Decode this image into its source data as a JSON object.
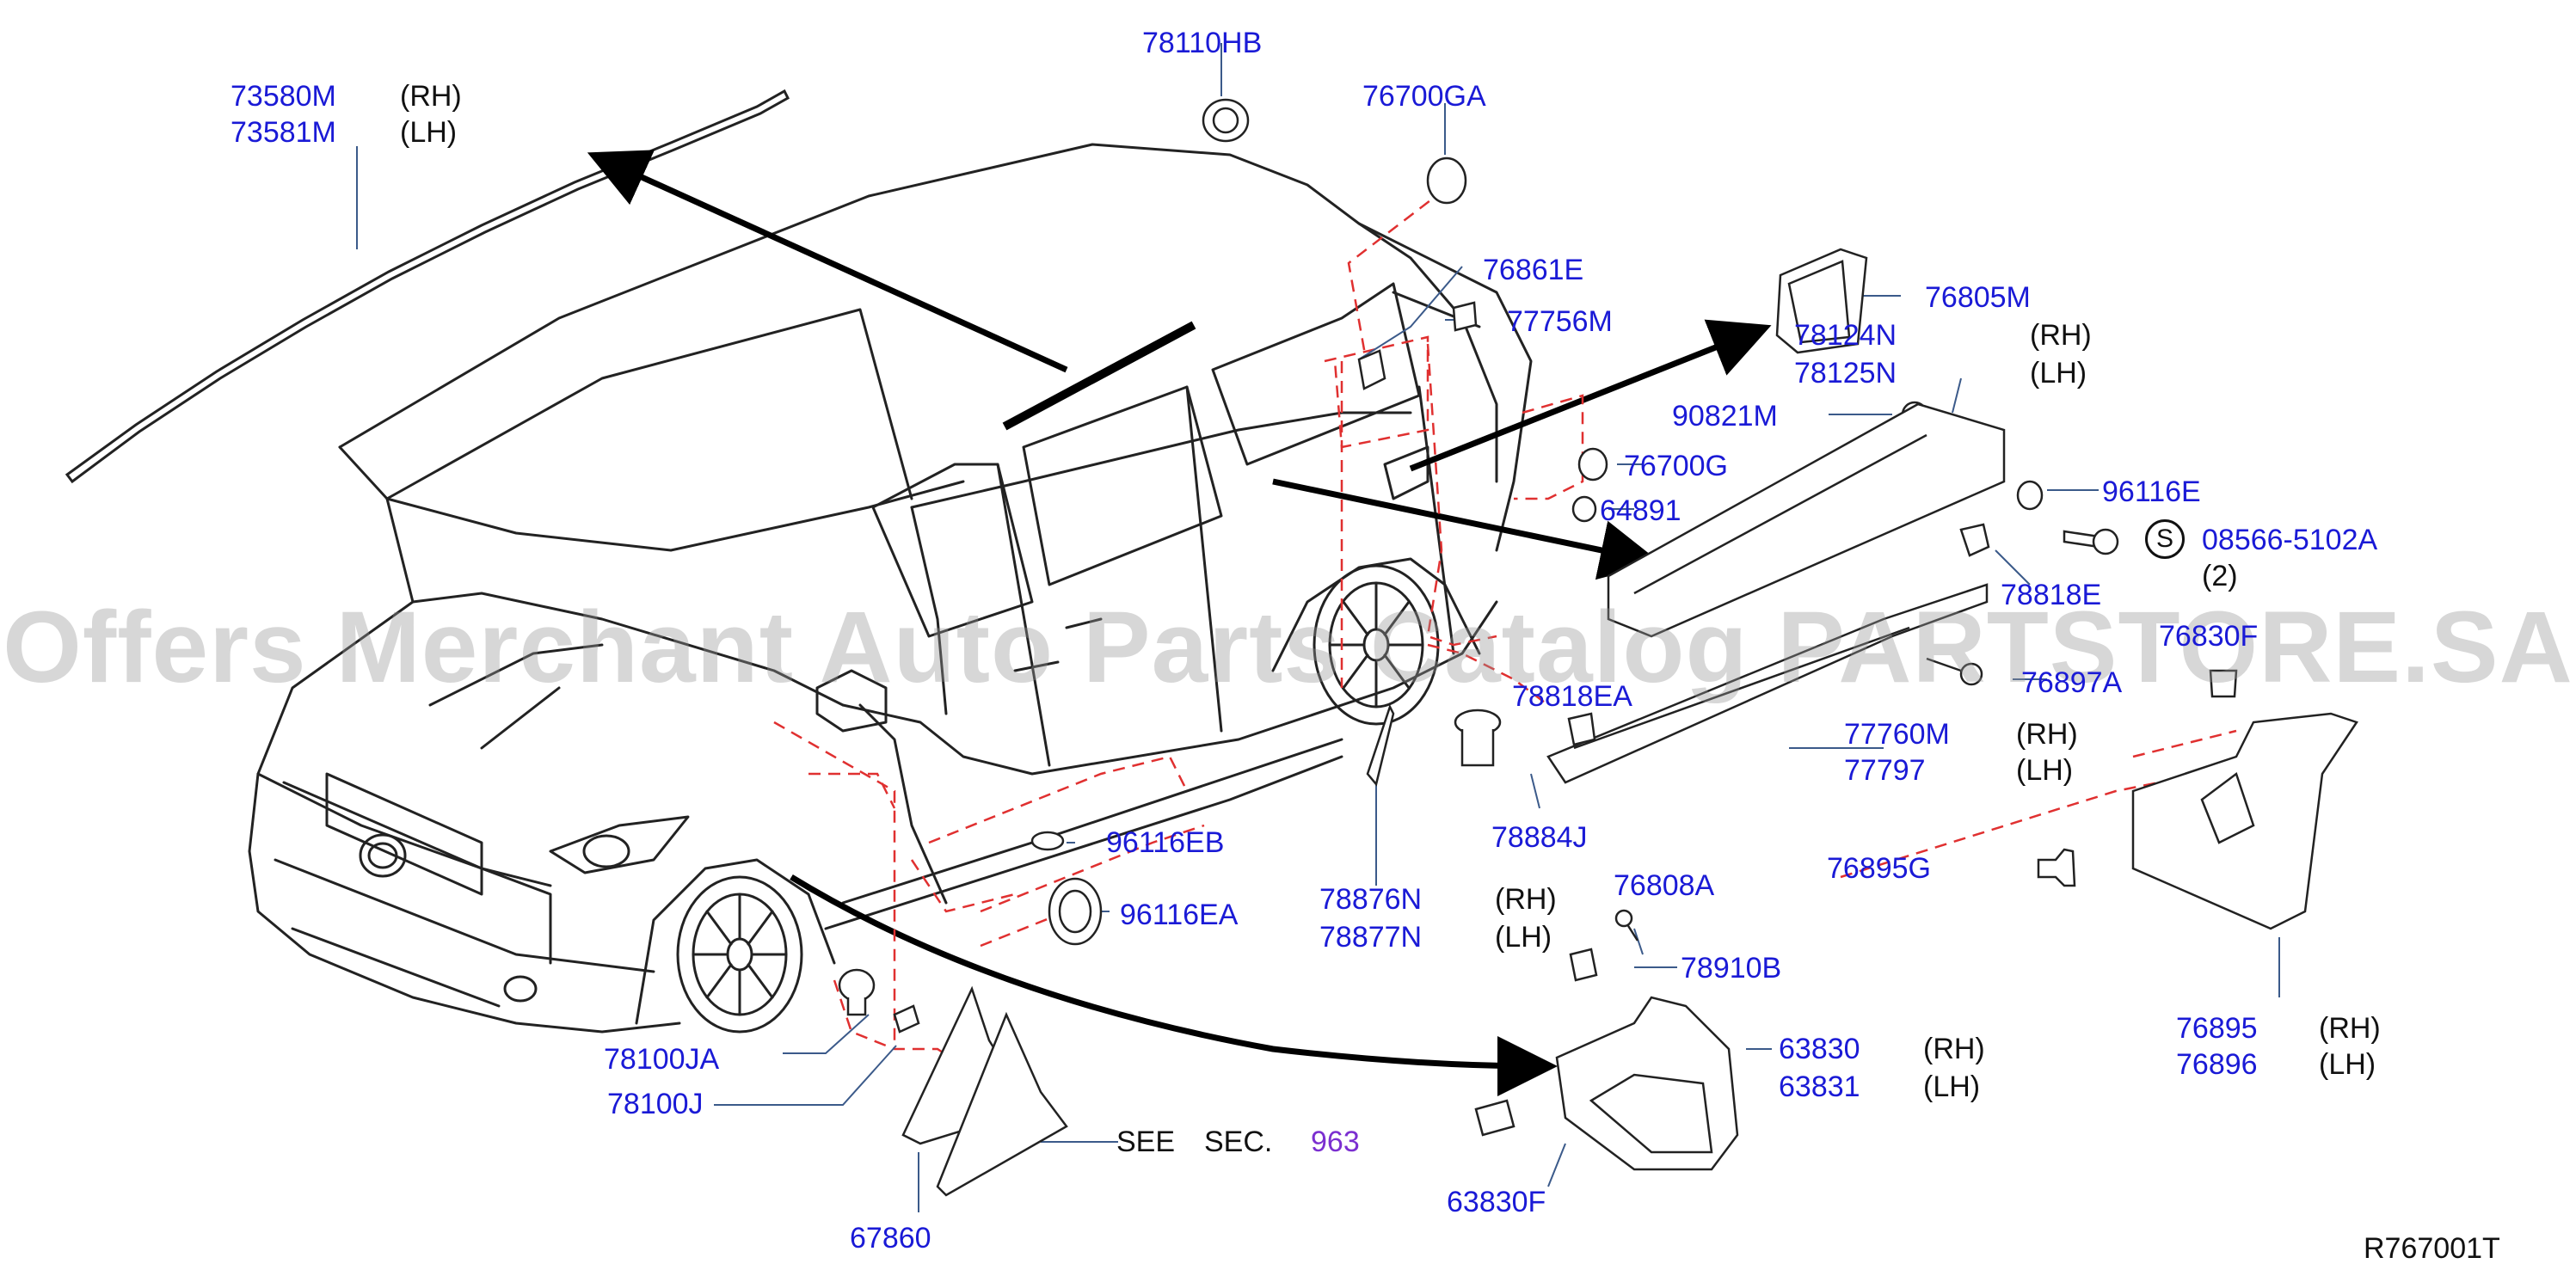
{
  "colors": {
    "label": "#1a1ad6",
    "leader": "#3b5a8a",
    "dashed": "#e03030",
    "arrow": "#000000",
    "section_link": "#7b2fd0",
    "watermark": "#969696"
  },
  "watermark": "Offers Merchant Auto Parts Catalog PARTSTORE.SA",
  "diagram_code": "R767001T",
  "parts": {
    "p73580M": "73580M",
    "p73581M": "73581M",
    "p78110HB": "78110HB",
    "p76700GA": "76700GA",
    "p76861E": "76861E",
    "p77756M": "77756M",
    "p76805M": "76805M",
    "p78124N": "78124N",
    "p78125N": "78125N",
    "p90821M": "90821M",
    "p76700G": "76700G",
    "p64891": "64891",
    "p96116E": "96116E",
    "p08566": "08566-5102A",
    "qty2": "(2)",
    "p78818E": "78818E",
    "p76830F": "76830F",
    "p76897A": "76897A",
    "p78818EA": "78818EA",
    "p77760M": "77760M",
    "p77797": "77797",
    "p78884J": "78884J",
    "p96116EB": "96116EB",
    "p76895G": "76895G",
    "p96116EA": "96116EA",
    "p78876N": "78876N",
    "p78877N": "78877N",
    "p76808A": "76808A",
    "p78910B": "78910B",
    "p76895": "76895",
    "p76896": "76896",
    "p78100JA": "78100JA",
    "p78100J": "78100J",
    "p63830": "63830",
    "p63831": "63831",
    "p63830F": "63830F",
    "p67860": "67860"
  },
  "side": {
    "rh": "(RH)",
    "lh": "(LH)"
  },
  "badge": "S",
  "see_sec": {
    "see": "SEE",
    "sec": "SEC.",
    "num": "963"
  }
}
